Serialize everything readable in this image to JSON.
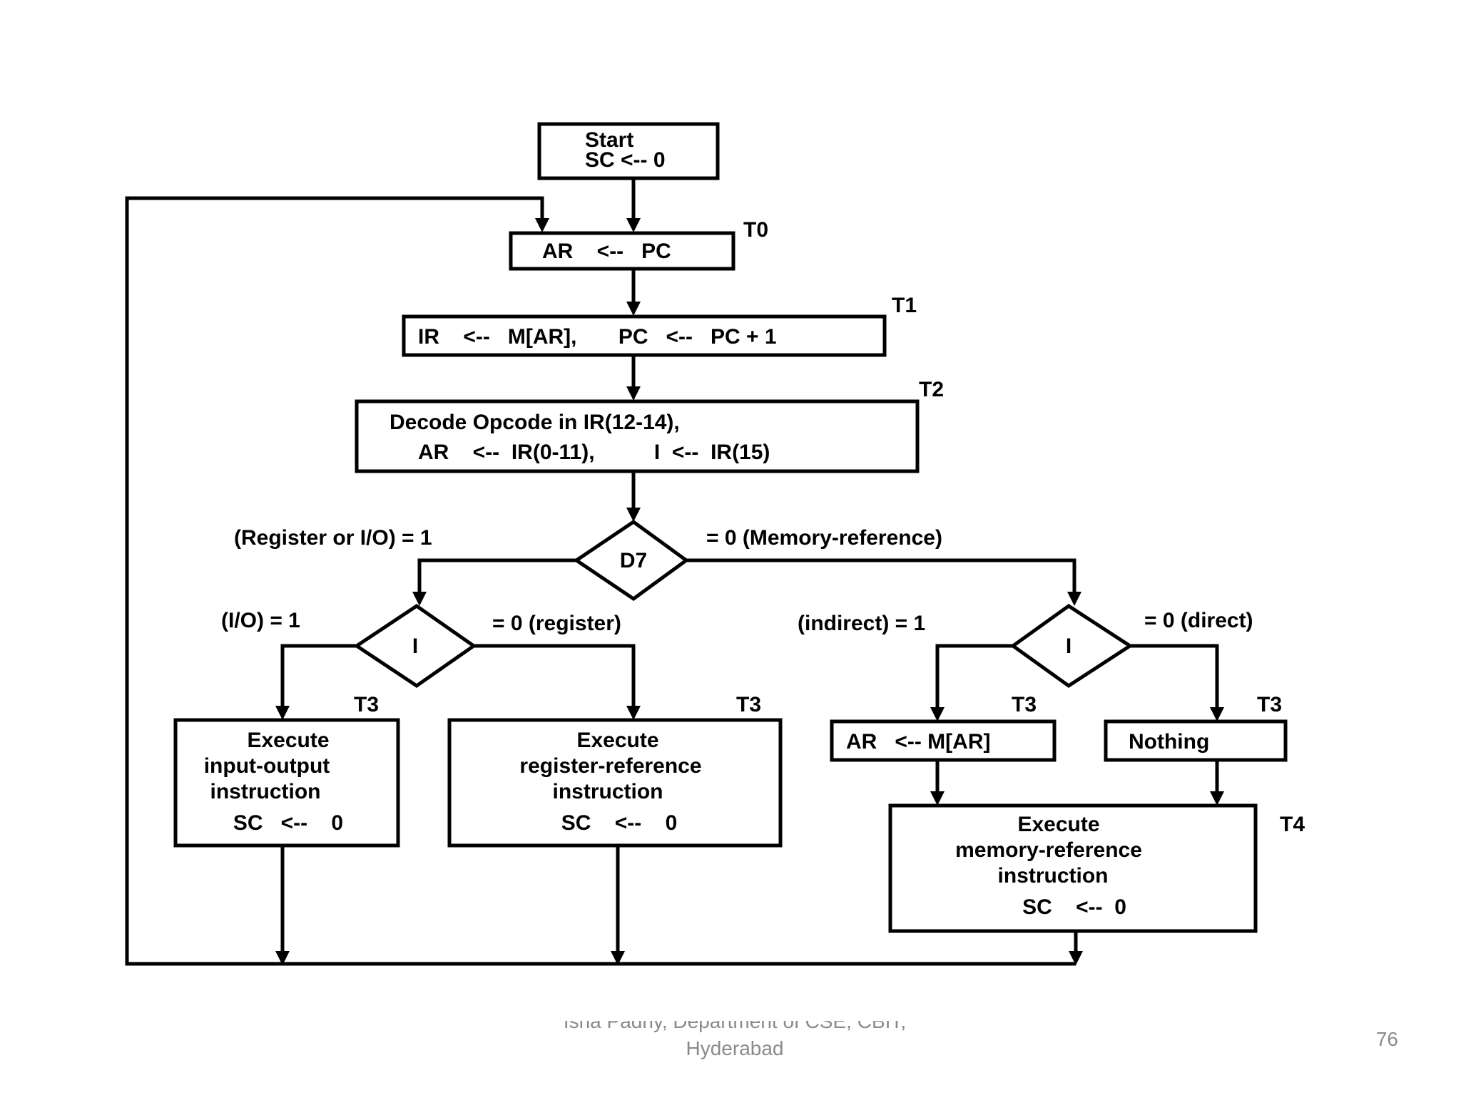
{
  "flowchart": {
    "start": {
      "line1": "Start",
      "line2": "SC <-- 0"
    },
    "t0_box": "AR    <--   PC",
    "t1_box": "IR    <--   M[AR],       PC   <--   PC + 1",
    "t2_box": {
      "line1": "Decode Opcode in IR(12-14),",
      "line2": "AR    <--  IR(0-11),          I  <--  IR(15)"
    },
    "d7_label": "D7",
    "i_left_label": "I",
    "i_right_label": "I",
    "branch_labels": {
      "register_or_io": "(Register or I/O) = 1",
      "memory_reference": "= 0 (Memory-reference)",
      "io": "(I/O) = 1",
      "register": "= 0 (register)",
      "indirect": "(indirect) = 1",
      "direct": "= 0 (direct)"
    },
    "timing": {
      "t0": "T0",
      "t1": "T1",
      "t2": "T2",
      "t3a": "T3",
      "t3b": "T3",
      "t3c": "T3",
      "t3d": "T3",
      "t4": "T4"
    },
    "io_box": {
      "line1": "Execute",
      "line2": "input-output",
      "line3": "instruction",
      "line4": "SC   <--    0"
    },
    "reg_box": {
      "line1": "Execute",
      "line2": "register-reference",
      "line3": "instruction",
      "line4": "SC    <--    0"
    },
    "indirect_box": "AR   <-- M[AR]",
    "nothing_box": "Nothing",
    "mem_box": {
      "line1": "Execute",
      "line2": "memory-reference",
      "line3": "instruction",
      "line4": "SC    <--  0"
    }
  },
  "footer": {
    "author_partial": "Isha Padhy, Department of CSE, CBIT,",
    "author_city": "Hyderabad",
    "slide_number": "76"
  }
}
